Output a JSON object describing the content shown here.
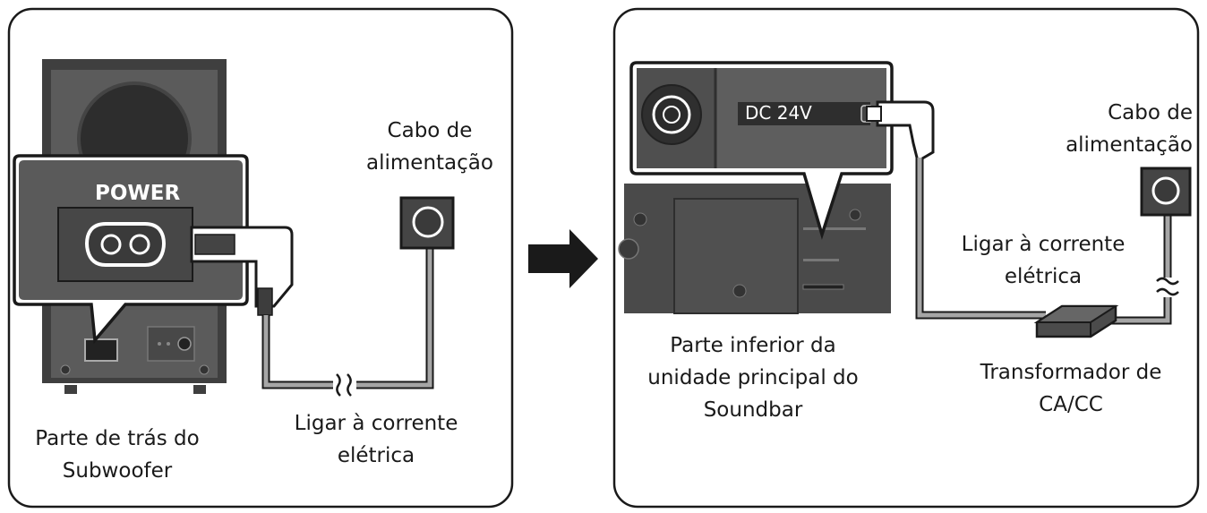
{
  "left_panel": {
    "power_label": "POWER",
    "cable_label": [
      "Cabo de",
      "alimentação"
    ],
    "outlet_label": [
      "Ligar à corrente",
      "elétrica"
    ],
    "device_label": [
      "Parte de trás do",
      "Subwoofer"
    ]
  },
  "right_panel": {
    "dc_label": "DC 24V",
    "cable_label": [
      "Cabo de",
      "alimentação"
    ],
    "outlet_label": [
      "Ligar à corrente",
      "elétrica"
    ],
    "device_label": [
      "Parte inferior da",
      "unidade principal do",
      "Soundbar"
    ],
    "adapter_label": [
      "Transformador de",
      "CA/CC"
    ]
  },
  "icons": {
    "arrow": "arrow-right-icon",
    "plug": "power-plug-icon",
    "outlet": "wall-outlet-icon",
    "adapter": "ac-dc-adapter-icon"
  },
  "colors": {
    "device_dark": "#4d4d4d",
    "device_mid": "#5e5e5e",
    "cable_gray": "#a6a6a6",
    "outline": "#1a1a1a"
  }
}
